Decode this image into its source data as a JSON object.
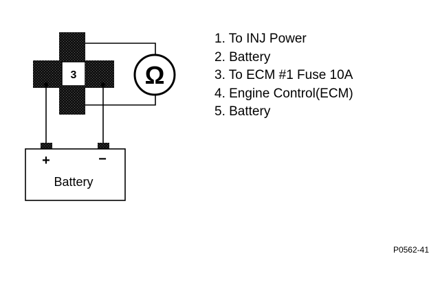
{
  "relay": {
    "center_label": "3"
  },
  "meter": {
    "symbol": "Ω"
  },
  "battery": {
    "label": "Battery",
    "positive": "+",
    "negative": "−"
  },
  "legend": [
    "1. To INJ Power",
    "2. Battery",
    "3. To ECM #1 Fuse 10A",
    "4. Engine Control(ECM)",
    "5. Battery"
  ],
  "figure_code": "P0562-41"
}
